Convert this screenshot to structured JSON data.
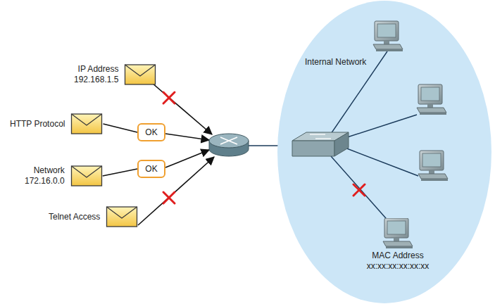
{
  "diagram": {
    "nodes": [
      {
        "text": [
          "IP Address",
          "192.168.1.5"
        ]
      },
      {
        "text": [
          "HTTP Protocol"
        ]
      },
      {
        "text": [
          "OK"
        ]
      },
      {
        "text": [
          "Network",
          "172.16.0.0"
        ]
      },
      {
        "text": [
          "OK"
        ]
      },
      {
        "text": [
          "Telnet Access"
        ]
      },
      {
        "text": [
          "Internal Network"
        ]
      },
      {
        "text": [
          "MAC Address",
          "xx:xx:xx:xx:xx:xx"
        ],
        "in": 6
      }
    ],
    "edges": [
      {
        "from": 1,
        "to": 2,
        "arrow": "none"
      },
      {
        "from": 3,
        "to": 4,
        "arrow": "none"
      }
    ]
  }
}
